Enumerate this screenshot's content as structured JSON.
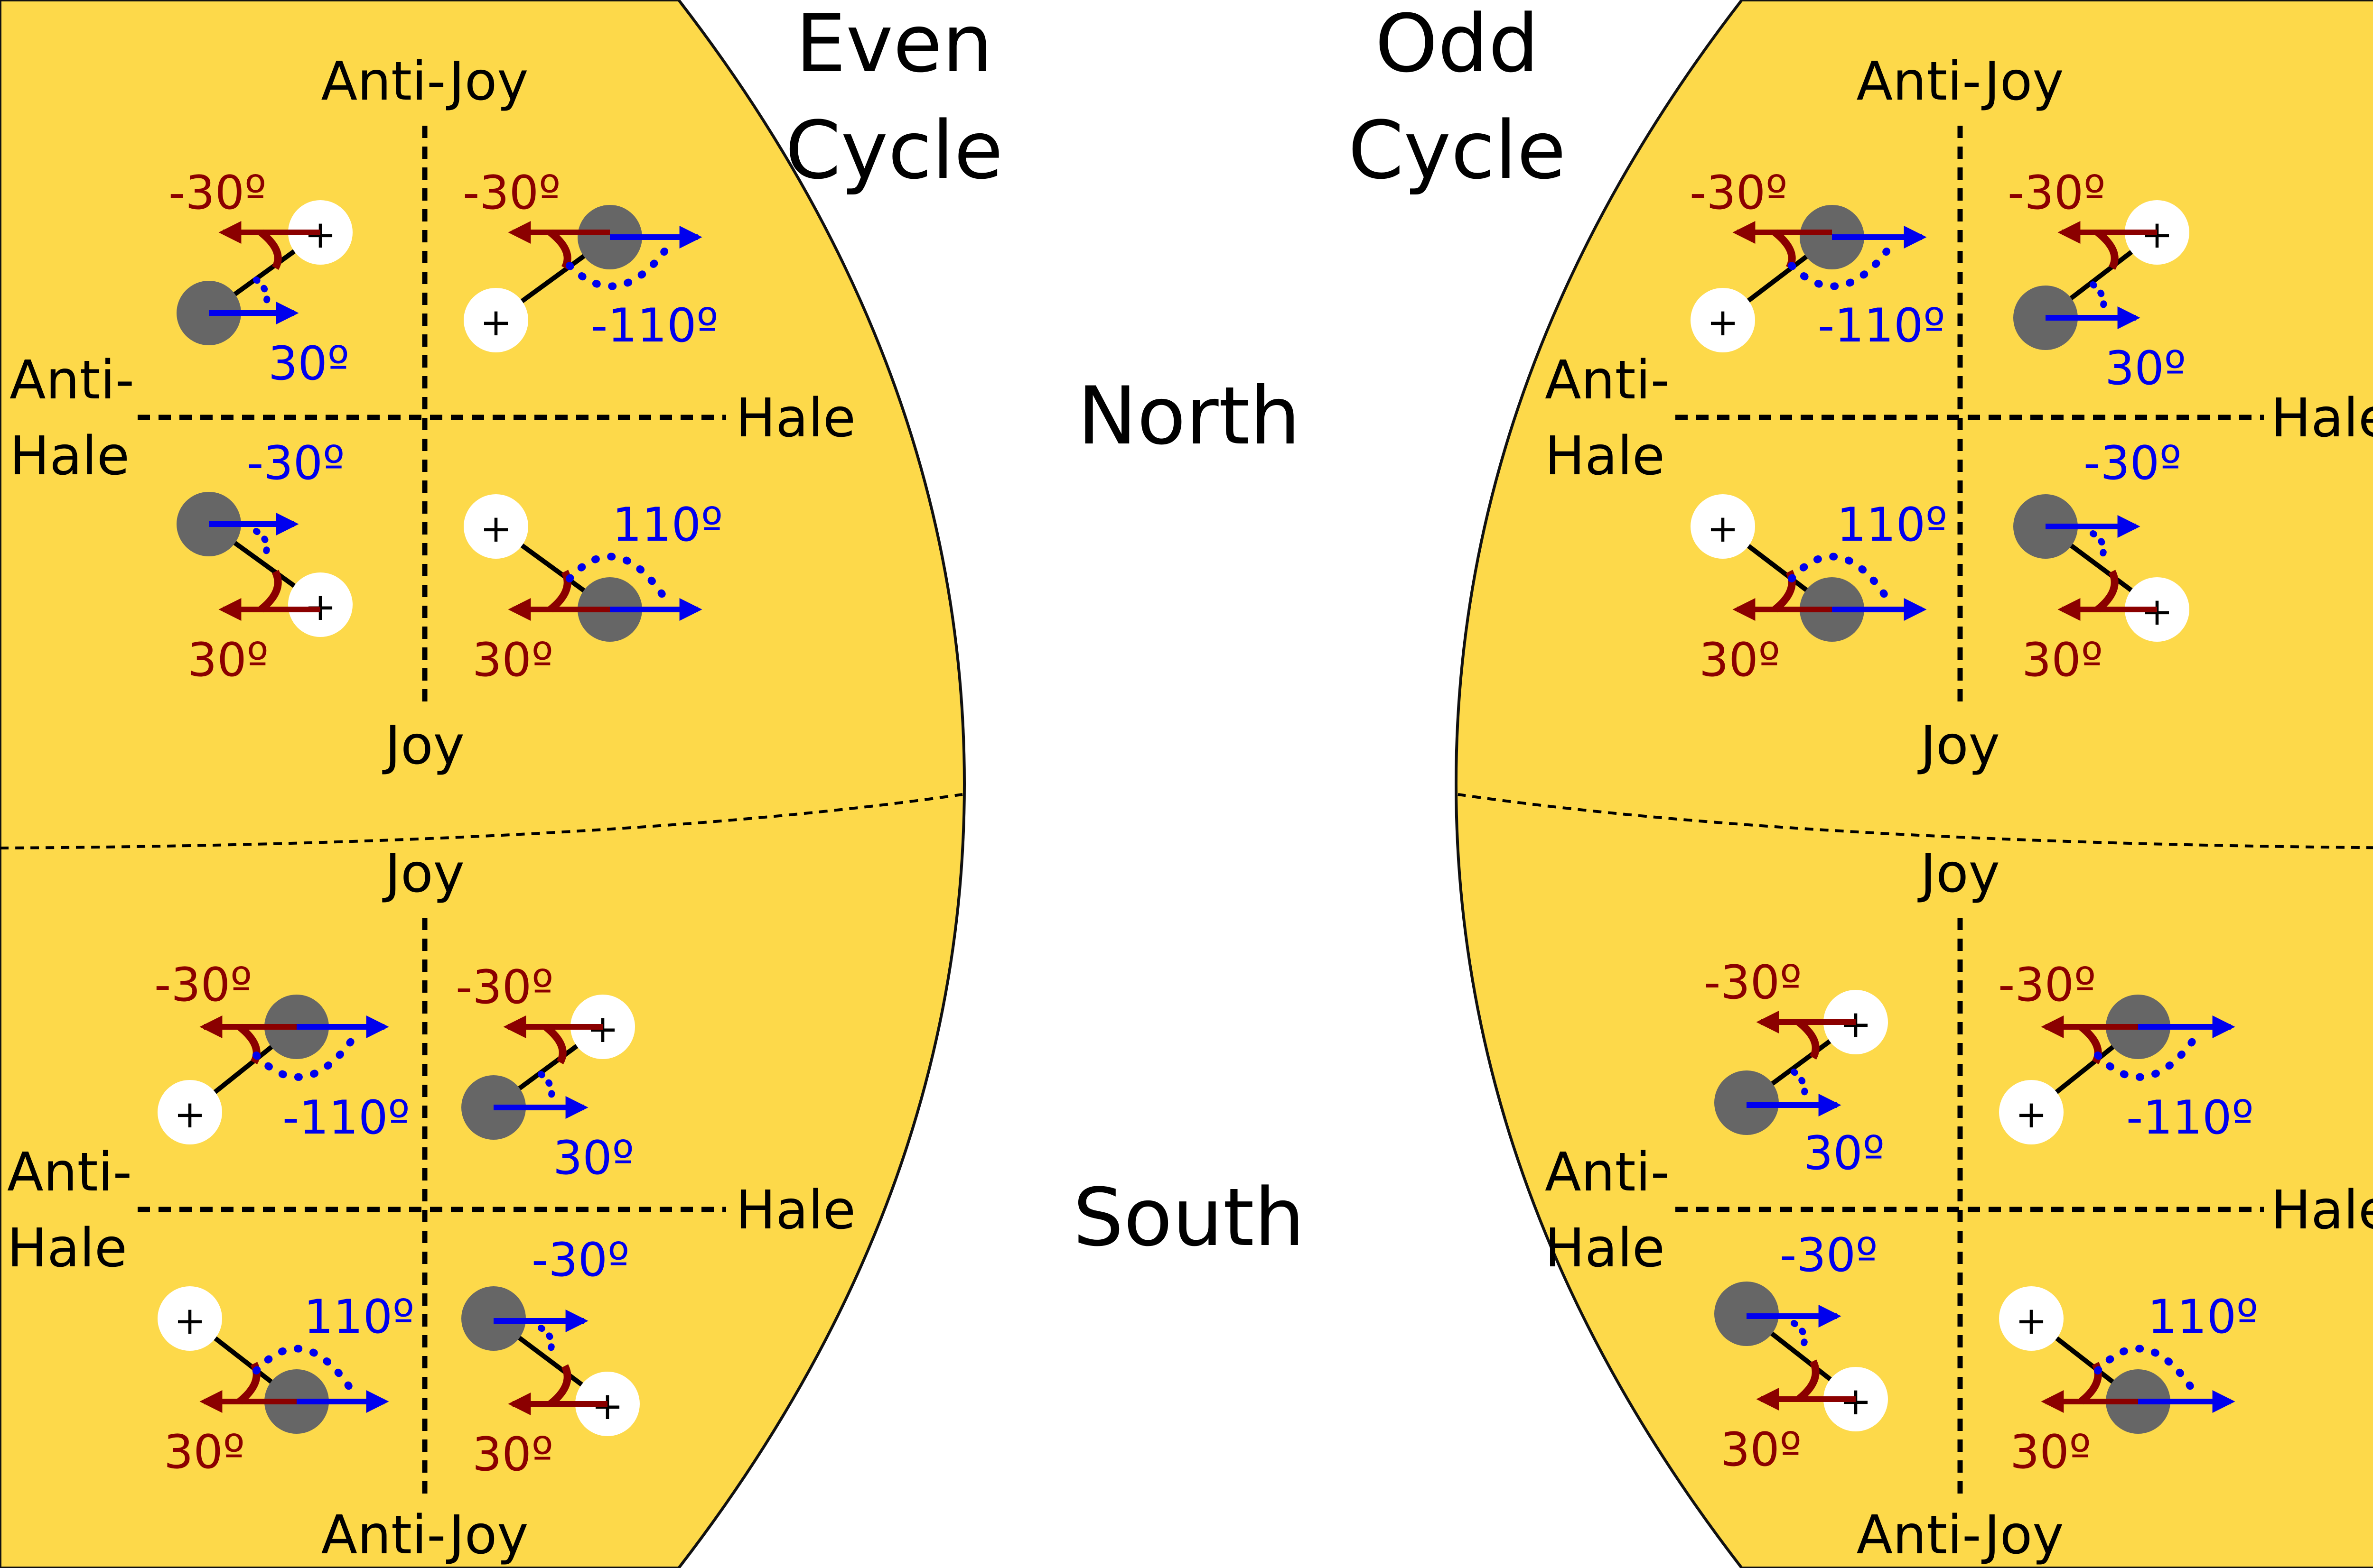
{
  "colors": {
    "sun": "#fdd94a",
    "sun_edge": "#111111",
    "leading_spot": "#666666",
    "following_spot": "#ffffff",
    "red_vector": "#8b0000",
    "blue_vector": "#0000ee",
    "axis": "#000000"
  },
  "headers": {
    "even": [
      "Even",
      "Cycle"
    ],
    "odd": [
      "Odd",
      "Cycle"
    ],
    "north": "North",
    "south": "South"
  },
  "axes": {
    "anti_joy": "Anti-Joy",
    "joy": "Joy",
    "anti_hale": [
      "Anti-",
      "Hale"
    ],
    "hale": "Hale"
  },
  "plus_sign": "+",
  "angles": {
    "red_minus": "-30º",
    "red_plus": "30º",
    "blue_minus30": "-30º",
    "blue_plus30": "30º",
    "blue_minus110": "-110º",
    "blue_plus110": "110º"
  }
}
